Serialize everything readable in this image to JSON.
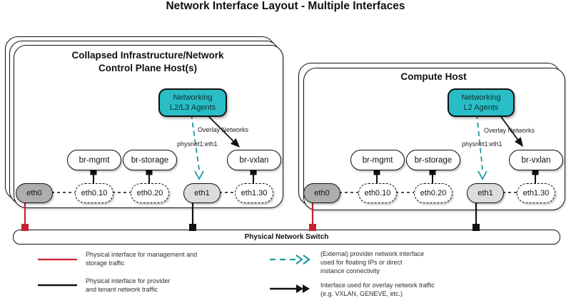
{
  "title": "Network Interface Layout - Multiple Interfaces",
  "colors": {
    "teal_fill": "#29BEC6",
    "teal_arrow": "#1A999F",
    "red": "#C8202E",
    "ink": "#111111",
    "gray_dark": "#ADADAD",
    "gray_light": "#DCDCDC"
  },
  "hosts": [
    {
      "title": [
        "Collapsed Infrastructure/Network",
        "Control Plane Host(s)"
      ],
      "agents": [
        "Networking",
        "L2/L3 Agents"
      ],
      "overlay_label": "Overlay Networks",
      "physnet_label": "physnet1:eth1",
      "bridges": [
        "br-mgmt",
        "br-storage",
        "br-vxlan"
      ],
      "interfaces": [
        "eth0",
        "eth0.10",
        "eth0.20",
        "eth1",
        "eth1.30"
      ]
    },
    {
      "title": [
        "Compute Host"
      ],
      "agents": [
        "Networking",
        "L2 Agents"
      ],
      "overlay_label": "Overlay Networks",
      "physnet_label": "physnet1:eth1",
      "bridges": [
        "br-mgmt",
        "br-storage",
        "br-vxlan"
      ],
      "interfaces": [
        "eth0",
        "eth0.10",
        "eth0.20",
        "eth1",
        "eth1.30"
      ]
    }
  ],
  "switch": {
    "label": "Physical Network Switch"
  },
  "legend": [
    {
      "style": "red-line",
      "lines": [
        "Physical interface for management and",
        "storage traffic"
      ]
    },
    {
      "style": "black-line",
      "lines": [
        "Physical interface for provider",
        "and tenant network traffic"
      ]
    },
    {
      "style": "teal-dashed-arrow",
      "lines": [
        "(External) provider network interface",
        "used for floating IPs or direct",
        "instance connectivity"
      ]
    },
    {
      "style": "black-arrow",
      "lines": [
        "Interface used for overlay network traffic",
        "(e.g. VXLAN, GENEVE, etc.)"
      ]
    }
  ]
}
